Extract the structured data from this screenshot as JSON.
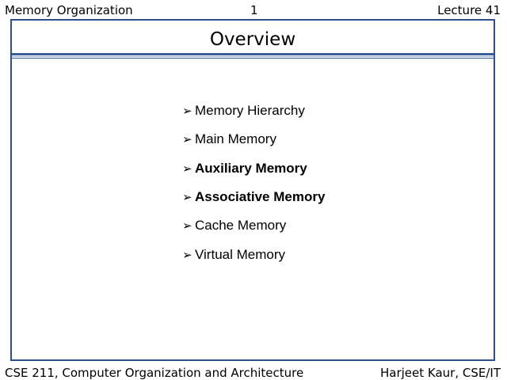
{
  "header": {
    "left": "Memory Organization",
    "center": "1",
    "right": "Lecture 41"
  },
  "slide": {
    "title": "Overview",
    "bullet_glyph": "➢",
    "bullets": [
      {
        "text": "Memory Hierarchy",
        "bold": false
      },
      {
        "text": "Main Memory",
        "bold": false
      },
      {
        "text": "Auxiliary Memory",
        "bold": true
      },
      {
        "text": "Associative Memory",
        "bold": true
      },
      {
        "text": "Cache Memory",
        "bold": false
      },
      {
        "text": "Virtual Memory",
        "bold": false
      }
    ]
  },
  "footer": {
    "left": "CSE 211, Computer Organization and Architecture",
    "right": "Harjeet Kaur, CSE/IT"
  },
  "colors": {
    "frame": "#2f4f87",
    "rule": "#3b5d99"
  }
}
